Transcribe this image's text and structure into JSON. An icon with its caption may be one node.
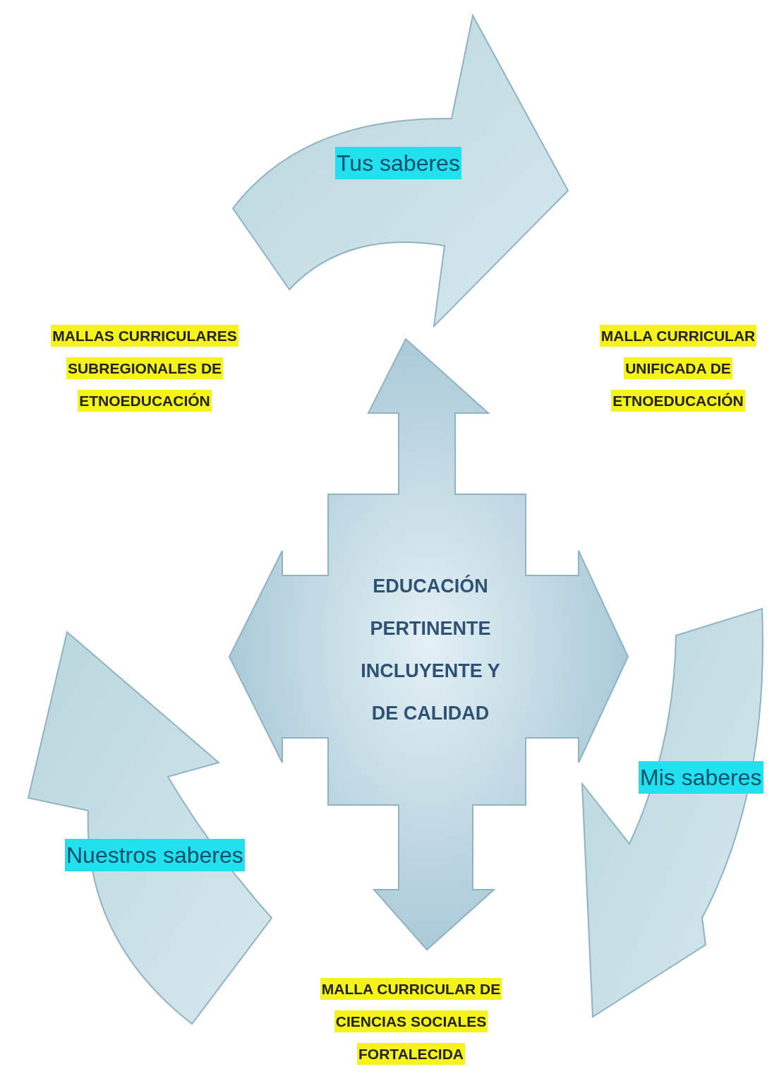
{
  "diagram": {
    "nodes": [
      {
        "text": [
          "EDUCACIÓN PERTINENTE INCLUYENTE Y DE CALIDAD"
        ]
      },
      {
        "text": [
          "Tus saberes"
        ]
      },
      {
        "text": [
          "Mis saberes"
        ]
      },
      {
        "text": [
          "Nuestros saberes"
        ]
      }
    ],
    "labels": [
      "MALLAS CURRICULARES SUBREGIONALES DE ETNOEDUCACIÓN",
      "MALLA CURRICULAR UNIFICADA DE ETNOEDUCACIÓN",
      "MALLA CURRICULAR DE CIENCIAS SOCIALES FORTALECIDA"
    ]
  }
}
